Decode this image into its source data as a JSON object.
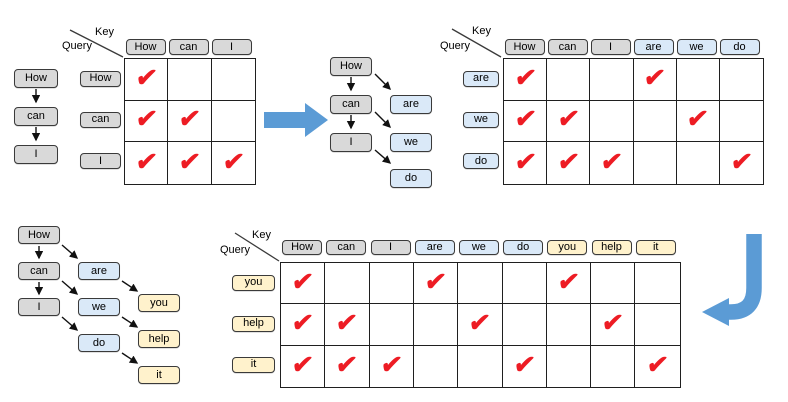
{
  "labels": {
    "key": "Key",
    "query": "Query",
    "check_icon": "✔"
  },
  "colors": {
    "background": "#ffffff",
    "text": "#000000",
    "gray": "#d9d9d9",
    "blue": "#dae9f8",
    "yellow": "#fff2cc",
    "box_border": "#3a3a3a",
    "grid_line": "#1f1f1f",
    "check": "#ed1c24",
    "arrow_blue": "#5b9bd5",
    "connector": "#111111"
  },
  "panels": [
    {
      "id": "panel-1",
      "chain": {
        "columns": [
          {
            "color": "gray",
            "tokens": [
              "How",
              "can",
              "I"
            ]
          }
        ]
      },
      "matrix": {
        "keys": [
          {
            "label": "How",
            "color": "gray"
          },
          {
            "label": "can",
            "color": "gray"
          },
          {
            "label": "I",
            "color": "gray"
          }
        ],
        "queries": [
          {
            "label": "How",
            "color": "gray"
          },
          {
            "label": "can",
            "color": "gray"
          },
          {
            "label": "I",
            "color": "gray"
          }
        ],
        "checks": [
          [
            1,
            0,
            0
          ],
          [
            1,
            1,
            0
          ],
          [
            1,
            1,
            1
          ]
        ]
      }
    },
    {
      "id": "panel-2",
      "chain": {
        "columns": [
          {
            "color": "gray",
            "tokens": [
              "How",
              "can",
              "I"
            ]
          },
          {
            "color": "blue",
            "tokens": [
              "are",
              "we",
              "do"
            ]
          }
        ]
      },
      "matrix": {
        "keys": [
          {
            "label": "How",
            "color": "gray"
          },
          {
            "label": "can",
            "color": "gray"
          },
          {
            "label": "I",
            "color": "gray"
          },
          {
            "label": "are",
            "color": "blue"
          },
          {
            "label": "we",
            "color": "blue"
          },
          {
            "label": "do",
            "color": "blue"
          }
        ],
        "queries": [
          {
            "label": "are",
            "color": "blue"
          },
          {
            "label": "we",
            "color": "blue"
          },
          {
            "label": "do",
            "color": "blue"
          }
        ],
        "checks": [
          [
            1,
            0,
            0,
            1,
            0,
            0
          ],
          [
            1,
            1,
            0,
            0,
            1,
            0
          ],
          [
            1,
            1,
            1,
            0,
            0,
            1
          ]
        ]
      }
    },
    {
      "id": "panel-3",
      "chain": {
        "columns": [
          {
            "color": "gray",
            "tokens": [
              "How",
              "can",
              "I"
            ]
          },
          {
            "color": "blue",
            "tokens": [
              "are",
              "we",
              "do"
            ]
          },
          {
            "color": "yellow",
            "tokens": [
              "you",
              "help",
              "it"
            ]
          }
        ]
      },
      "matrix": {
        "keys": [
          {
            "label": "How",
            "color": "gray"
          },
          {
            "label": "can",
            "color": "gray"
          },
          {
            "label": "I",
            "color": "gray"
          },
          {
            "label": "are",
            "color": "blue"
          },
          {
            "label": "we",
            "color": "blue"
          },
          {
            "label": "do",
            "color": "blue"
          },
          {
            "label": "you",
            "color": "yellow"
          },
          {
            "label": "help",
            "color": "yellow"
          },
          {
            "label": "it",
            "color": "yellow"
          }
        ],
        "queries": [
          {
            "label": "you",
            "color": "yellow"
          },
          {
            "label": "help",
            "color": "yellow"
          },
          {
            "label": "it",
            "color": "yellow"
          }
        ],
        "checks": [
          [
            1,
            0,
            0,
            1,
            0,
            0,
            1,
            0,
            0
          ],
          [
            1,
            1,
            0,
            0,
            1,
            0,
            0,
            1,
            0
          ],
          [
            1,
            1,
            1,
            0,
            0,
            1,
            0,
            0,
            1
          ]
        ]
      }
    }
  ]
}
